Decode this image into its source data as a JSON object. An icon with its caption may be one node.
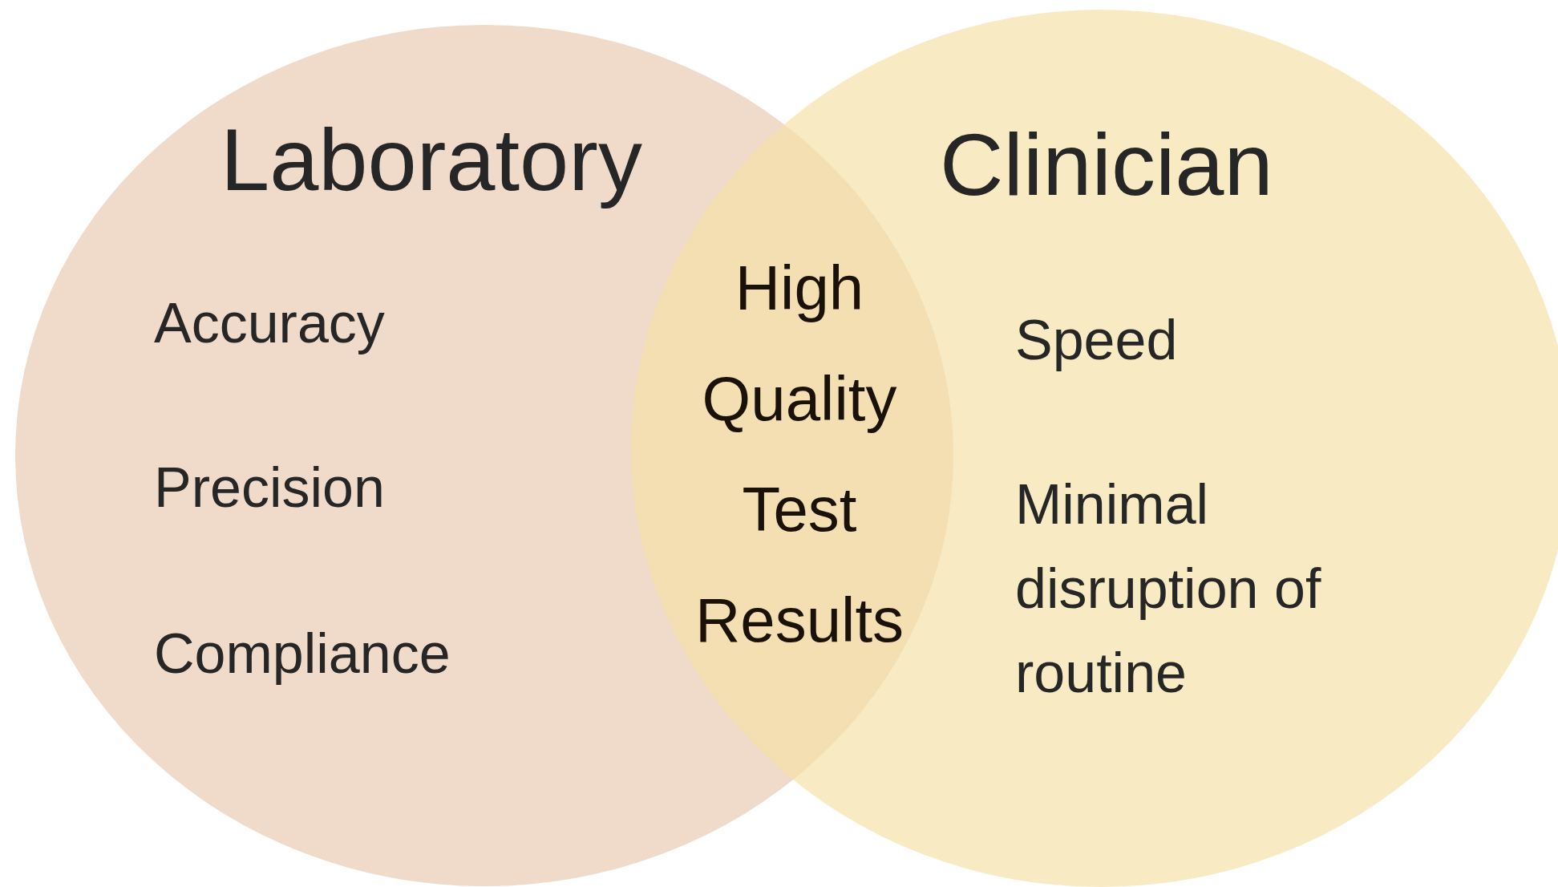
{
  "diagram": {
    "nodes": [
      {
        "text": [
          "Laboratory",
          "Accuracy",
          "Precision",
          "Compliance"
        ]
      },
      {
        "text": [
          "Clinician",
          "Speed",
          "Minimal disruption of routine"
        ]
      }
    ],
    "labels": [
      "High Quality Test Results"
    ]
  }
}
